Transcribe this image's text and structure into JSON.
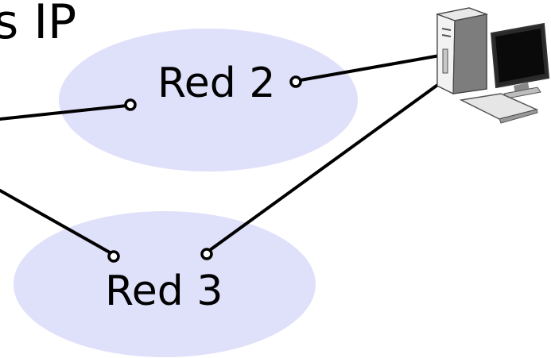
{
  "title": "s IP",
  "networks": [
    {
      "id": "red2",
      "label": "Red 2"
    },
    {
      "id": "red3",
      "label": "Red 3"
    }
  ],
  "colors": {
    "cloud_fill": "#dfe0fa",
    "line": "#000000",
    "background": "#ffffff"
  },
  "icons": [
    "desktop-computer-icon"
  ]
}
